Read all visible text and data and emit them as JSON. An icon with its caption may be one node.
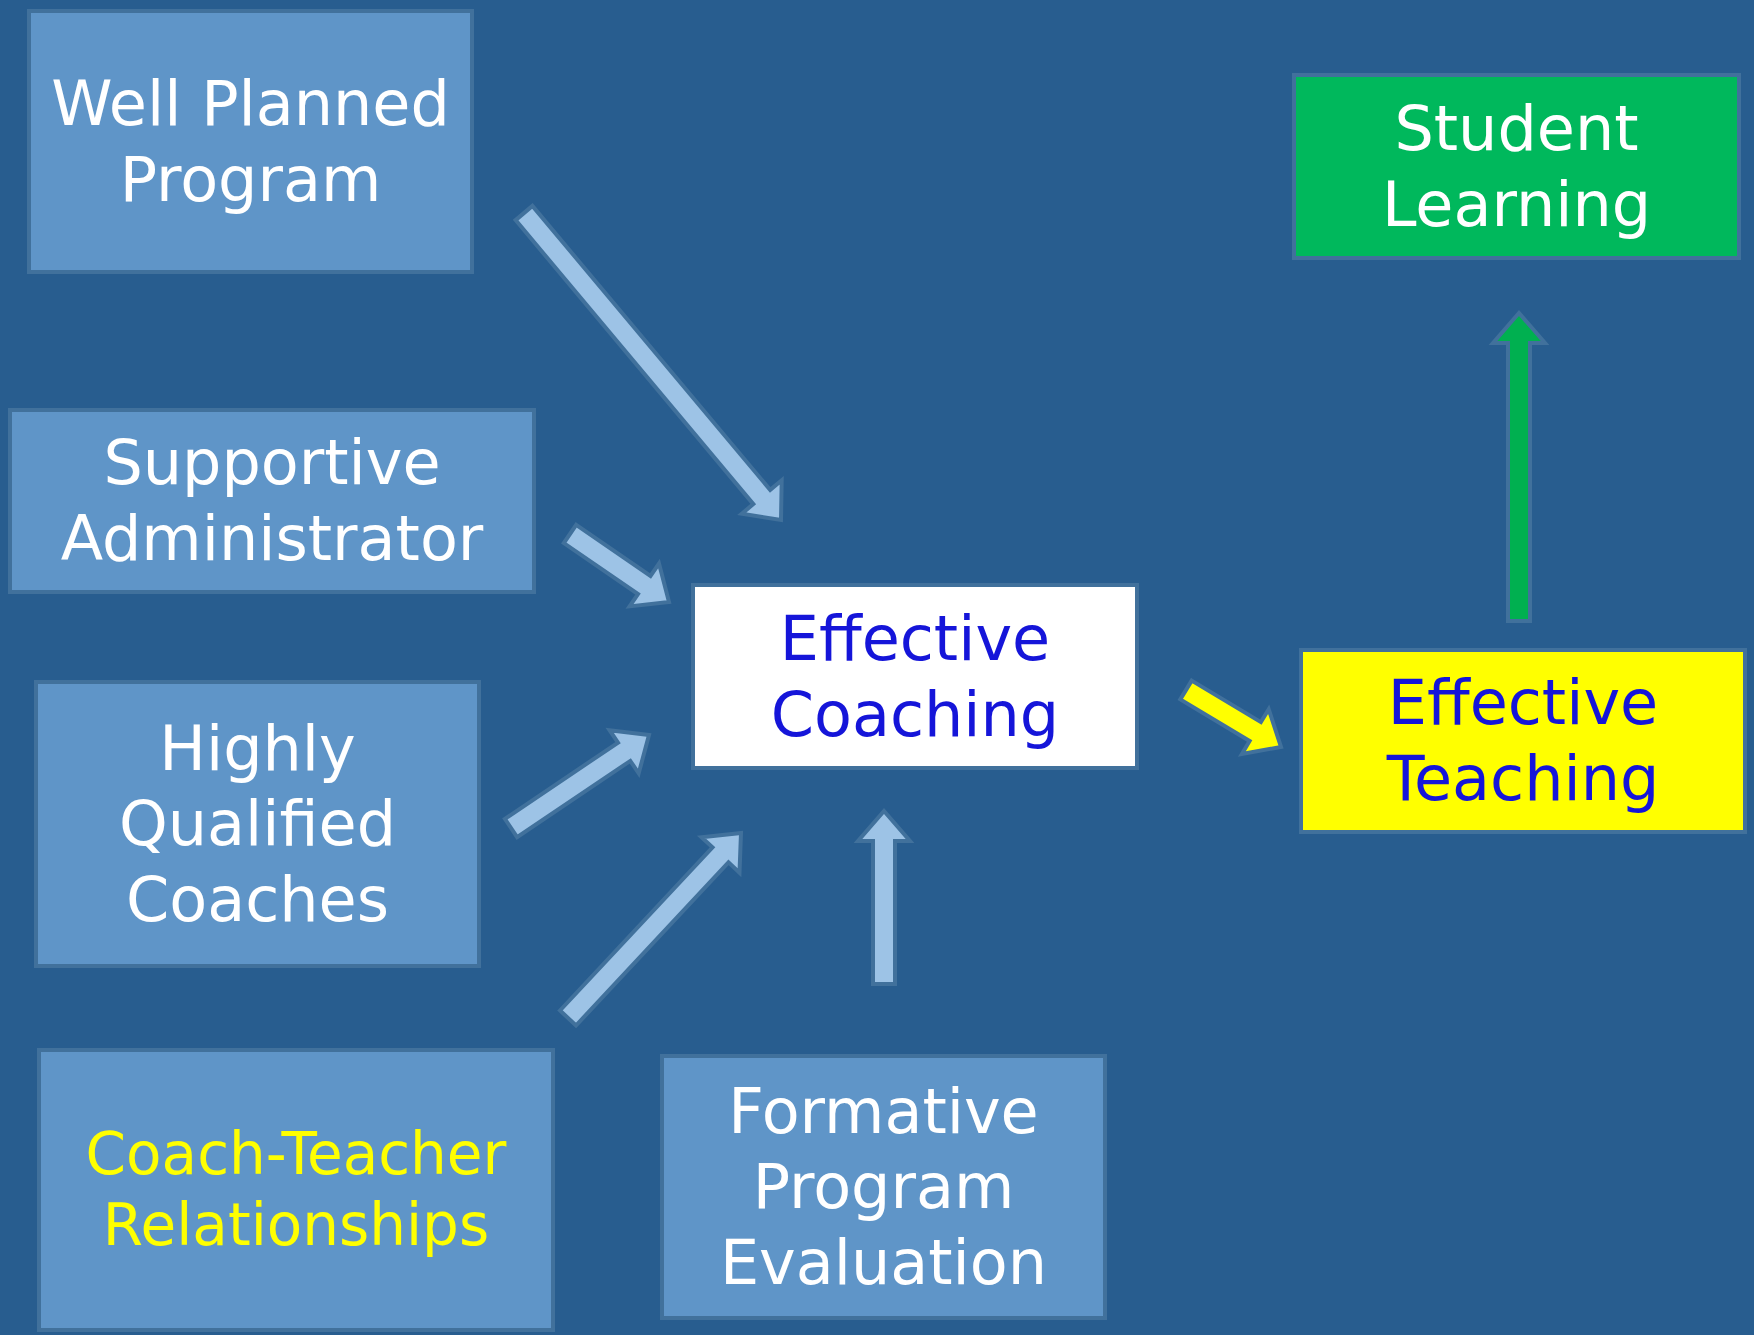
{
  "diagram": {
    "nodes": [
      {
        "text": [
          "Well Planned Program"
        ]
      },
      {
        "text": [
          "Supportive Administrator"
        ]
      },
      {
        "text": [
          "Highly Qualified Coaches"
        ]
      },
      {
        "text": [
          "Coach-Teacher Relationships"
        ]
      },
      {
        "text": [
          "Formative Program Evaluation"
        ]
      },
      {
        "text": [
          "Effective Coaching"
        ]
      },
      {
        "text": [
          "Effective Teaching"
        ]
      },
      {
        "text": [
          "Student Learning"
        ]
      }
    ],
    "edges": [
      {
        "from": 0,
        "to": 5,
        "arrow": "to"
      },
      {
        "from": 1,
        "to": 5,
        "arrow": "to"
      },
      {
        "from": 2,
        "to": 5,
        "arrow": "to"
      },
      {
        "from": 3,
        "to": 5,
        "arrow": "to"
      },
      {
        "from": 4,
        "to": 5,
        "arrow": "to"
      },
      {
        "from": 5,
        "to": 6,
        "arrow": "to",
        "color": "#ffff00"
      },
      {
        "from": 6,
        "to": 7,
        "arrow": "to",
        "color": "#00b050"
      }
    ]
  }
}
